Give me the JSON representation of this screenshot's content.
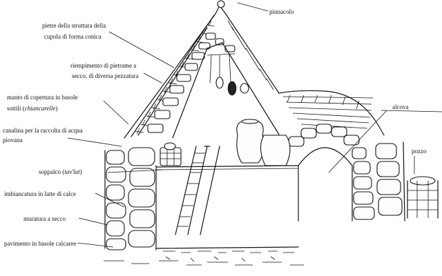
{
  "labels": {
    "pinnacolo": "pinnacolo",
    "pietre_line1": "pietre della struttura della",
    "pietre_line2": "cupola di forma conica",
    "riempimento_line1": "riempimento di pietrame a",
    "riempimento_line2": "secco, di diversa pezzatura",
    "manto_line1": "manto di copertura in basole",
    "manto_line2_a": "sottili (",
    "manto_line2_italic": "chiancarelle",
    "manto_line2_b": ")",
    "canalina_line1": "canalina per la raccolta di acqua",
    "canalina_line2": "piovana",
    "soppalco_a": "soppalco (",
    "soppalco_italic": "tav'lat",
    "soppalco_b": ")",
    "imbiancatura": "imbiancatura in latte di calce",
    "muratura": "muratura a secco",
    "pavimento": "pavimento in basole calcaree",
    "alcova": "alcova",
    "pozzo": "pozzo"
  }
}
